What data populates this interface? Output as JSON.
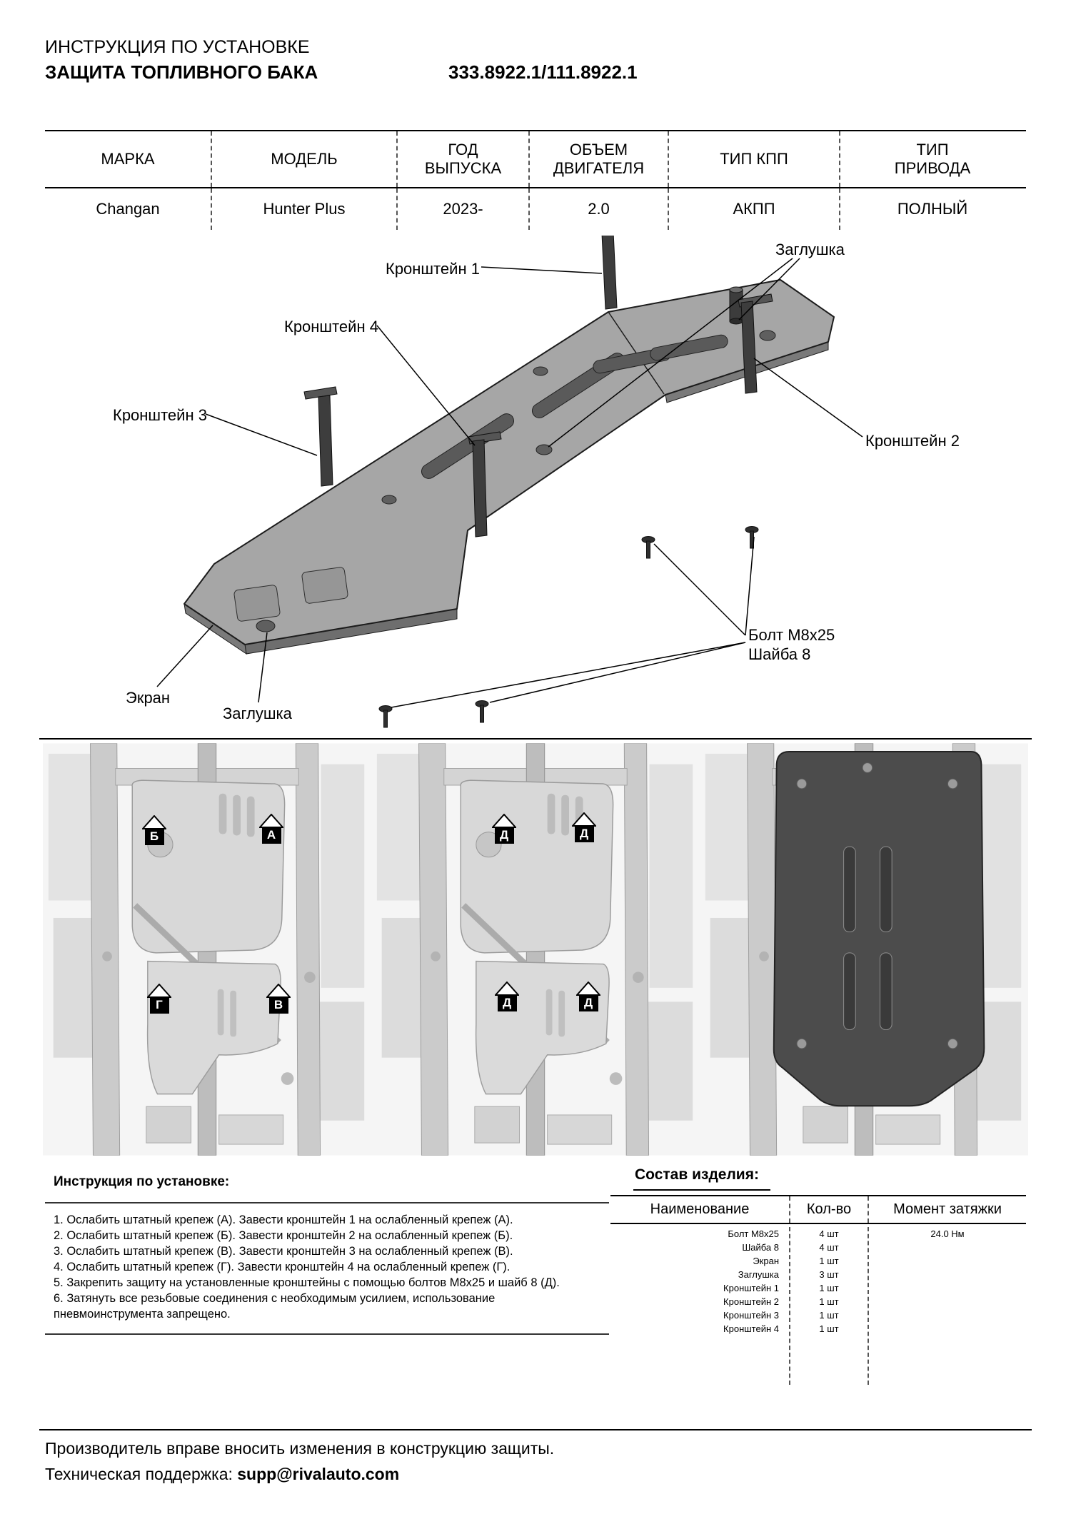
{
  "header": {
    "line1": "ИНСТРУКЦИЯ ПО УСТАНОВКЕ",
    "line2": "ЗАЩИТА ТОПЛИВНОГО БАКА",
    "part_numbers": "333.8922.1/111.8922.1"
  },
  "spec_table": {
    "headers": [
      "МАРКА",
      "МОДЕЛЬ",
      "ГОД\nВЫПУСКА",
      "ОБЪЕМ\nДВИГАТЕЛЯ",
      "ТИП КПП",
      "ТИП\nПРИВОДА"
    ],
    "values": [
      "Changan",
      "Hunter Plus",
      "2023-",
      "2.0",
      "АКПП",
      "ПОЛНЫЙ"
    ]
  },
  "diagram": {
    "labels": {
      "bracket1": "Кронштейн 1",
      "bracket2": "Кронштейн 2",
      "bracket3": "Кронштейн 3",
      "bracket4": "Кронштейн 4",
      "plug_top": "Заглушка",
      "plug_bottom": "Заглушка",
      "bolt": "Болт М8х25",
      "washer": "Шайба 8",
      "screen": "Экран"
    }
  },
  "photos": {
    "photo1_markers": [
      "Б",
      "А",
      "Г",
      "В"
    ],
    "photo2_markers": [
      "Д",
      "Д",
      "Д",
      "Д"
    ]
  },
  "instructions": {
    "title": "Инструкция по установке:",
    "steps": [
      "1. Ослабить штатный крепеж (А). Завести кронштейн 1 на ослабленный крепеж (А).",
      "2. Ослабить штатный крепеж (Б). Завести кронштейн 2 на ослабленный крепеж (Б).",
      "3. Ослабить штатный крепеж (В). Завести кронштейн 3 на ослабленный крепеж (В).",
      "4. Ослабить штатный крепеж (Г). Завести кронштейн 4 на ослабленный крепеж (Г).",
      "5. Закрепить защиту на установленные кронштейны с помощью болтов М8х25 и шайб 8 (Д).",
      "6. Затянуть все резьбовые соединения с необходимым усилием, использование пневмоинструмента запрещено."
    ]
  },
  "parts": {
    "title": "Состав изделия:",
    "col_name": "Наименование",
    "col_qty": "Кол-во",
    "col_torque": "Момент затяжки",
    "rows": [
      {
        "name": "Болт М8х25",
        "qty": "4 шт"
      },
      {
        "name": "Шайба 8",
        "qty": "4 шт"
      },
      {
        "name": "Экран",
        "qty": "1 шт"
      },
      {
        "name": "Заглушка",
        "qty": "3 шт"
      },
      {
        "name": "Кронштейн 1",
        "qty": "1 шт"
      },
      {
        "name": "Кронштейн 2",
        "qty": "1 шт"
      },
      {
        "name": "Кронштейн 3",
        "qty": "1 шт"
      },
      {
        "name": "Кронштейн 4",
        "qty": "1 шт"
      }
    ],
    "torque": "24.0 Нм"
  },
  "footer": {
    "line1": "Производитель вправе вносить изменения в конструкцию защиты.",
    "support_label": "Техническая поддержка: ",
    "support_email": "supp@rivalauto.com"
  }
}
